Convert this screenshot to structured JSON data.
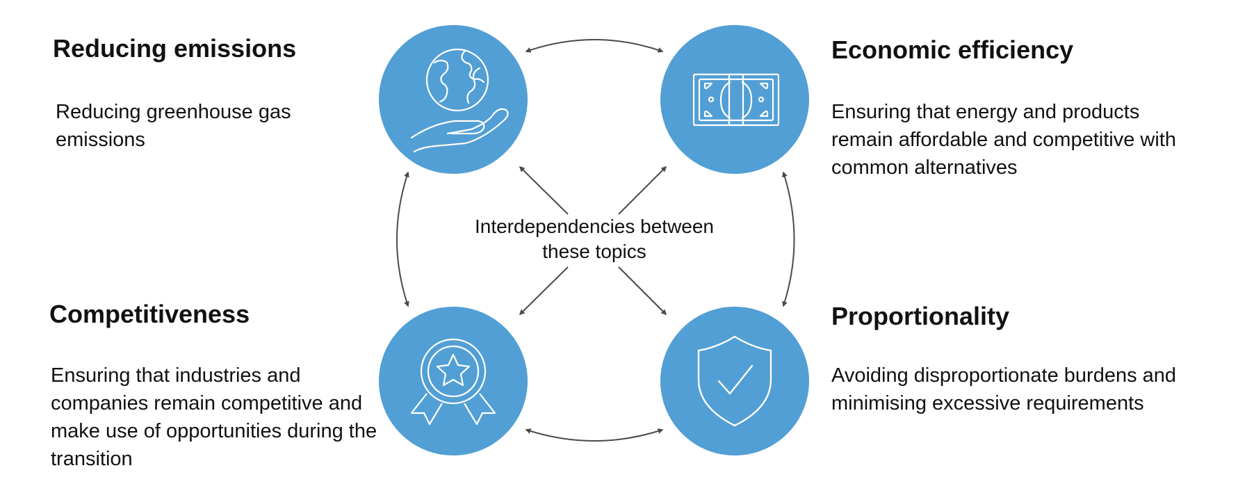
{
  "topics": [
    {
      "id": "reducing-emissions",
      "title": "Reducing emissions",
      "description": "Reducing greenhouse gas emissions",
      "icon": "globe-hand-icon"
    },
    {
      "id": "economic-efficiency",
      "title": "Economic efficiency",
      "description": "Ensuring that energy and products remain affordable and competitive with common alternatives",
      "icon": "banknote-icon"
    },
    {
      "id": "competitiveness",
      "title": "Competitiveness",
      "description": "Ensuring that industries and companies remain competitive and make use of opportunities during the transition",
      "icon": "award-star-icon"
    },
    {
      "id": "proportionality",
      "title": "Proportionality",
      "description": "Avoiding disproportionate burdens and minimising excessive requirements",
      "icon": "shield-check-icon"
    }
  ],
  "center_label": "Interdependencies between these topics",
  "colors": {
    "circle": "#529FD5",
    "icon_stroke": "#FFFFFF",
    "arrow": "#4A4A4A",
    "text": "#111111"
  }
}
